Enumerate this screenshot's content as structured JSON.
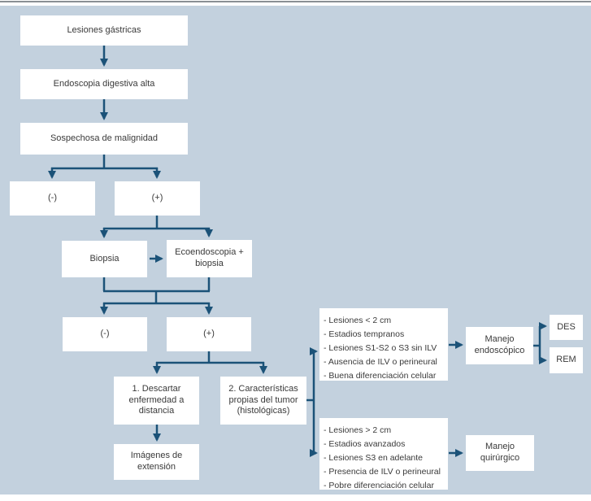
{
  "figure": {
    "description_language": "es",
    "type": "flowchart"
  },
  "colors": {
    "background": "#c3d1de",
    "box": "#ffffff",
    "arrow": "#1b5278",
    "text": "#3a3a3a"
  },
  "nodes": {
    "gastric_lesions": {
      "label": "Lesiones gástricas"
    },
    "upper_endoscopy": {
      "label": "Endoscopia digestiva alta"
    },
    "malignancy_suspicion": {
      "label": "Sospechosa de malignidad"
    },
    "negative_1": {
      "label": "(-)"
    },
    "positive_1": {
      "label": "(+)"
    },
    "biopsy": {
      "label": "Biopsia"
    },
    "echoendoscopy_biopsy": {
      "label": "Ecoendoscopia + biopsia"
    },
    "negative_2": {
      "label": "(-)"
    },
    "positive_2": {
      "label": "(+)"
    },
    "rule_out_distant_disease": {
      "label": "1. Descartar enfermedad a distancia"
    },
    "tumor_characteristics": {
      "label": "2. Características propias del tumor (histológicas)"
    },
    "extension_imaging": {
      "label": "Imágenes de extensión"
    },
    "criteria_endoscopic": {
      "items": [
        "- Lesiones < 2 cm",
        "- Estadios tempranos",
        "- Lesiones S1-S2 o S3 sin ILV",
        "- Ausencia de ILV o perineural",
        "- Buena diferenciación celular"
      ]
    },
    "criteria_surgical": {
      "items": [
        "- Lesiones > 2 cm",
        "- Estadios avanzados",
        "- Lesiones S3 en adelante",
        "- Presencia de ILV o perineural",
        "- Pobre diferenciación celular"
      ]
    },
    "endoscopic_management": {
      "label": "Manejo endoscópico"
    },
    "surgical_management": {
      "label": "Manejo quirúrgico"
    },
    "des": {
      "label": "DES"
    },
    "rem": {
      "label": "REM"
    }
  }
}
